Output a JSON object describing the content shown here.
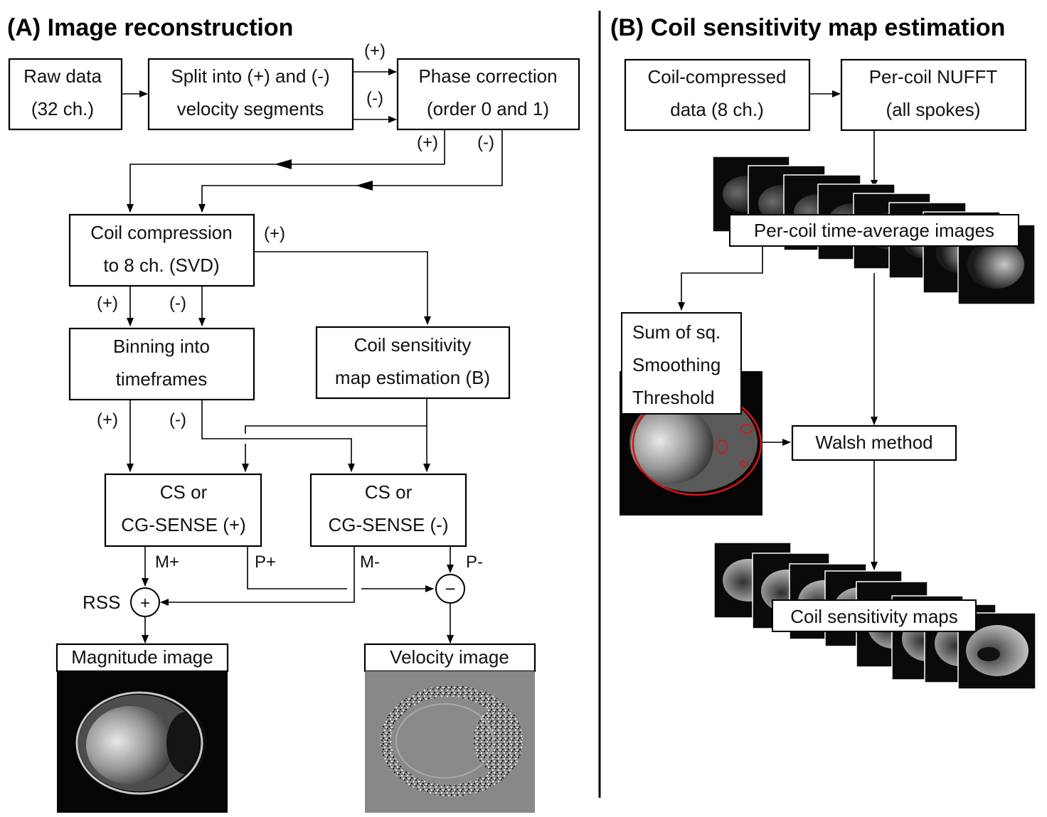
{
  "panels": {
    "a_title": "(A) Image reconstruction",
    "b_title": "(B) Coil sensitivity map estimation"
  },
  "boxes": {
    "raw_data": [
      "Raw data",
      "(32 ch.)"
    ],
    "split": [
      "Split into (+) and (-)",
      "velocity segments"
    ],
    "phase_corr": [
      "Phase correction",
      "(order 0 and 1)"
    ],
    "coil_compression": [
      "Coil compression",
      "to 8 ch. (SVD)"
    ],
    "binning": [
      "Binning into",
      "timeframes"
    ],
    "coil_sens_est": [
      "Coil sensitivity",
      "map estimation (B)"
    ],
    "cs_plus": [
      "CS or",
      "CG-SENSE (+)"
    ],
    "cs_minus": [
      "CS or",
      "CG-SENSE (-)"
    ],
    "magnitude": "Magnitude image",
    "velocity": "Velocity image",
    "coil_compressed": [
      "Coil-compressed",
      "data (8 ch.)"
    ],
    "per_coil_nufft": [
      "Per-coil NUFFT",
      "(all spokes)"
    ],
    "time_avg": "Per-coil time-average images",
    "sos": [
      "Sum of sq.",
      "Smoothing",
      "Threshold"
    ],
    "walsh": "Walsh method",
    "csm": "Coil sensitivity maps"
  },
  "labels": {
    "plus": "(+)",
    "minus": "(-)",
    "m_plus": "M+",
    "p_plus": "P+",
    "m_minus": "M-",
    "p_minus": "P-",
    "rss": "RSS",
    "sum_symbol": "+",
    "diff_symbol": "−"
  },
  "colors": {
    "line": "#000000",
    "mask": "#e01010",
    "velocity_bg": "#888888"
  }
}
